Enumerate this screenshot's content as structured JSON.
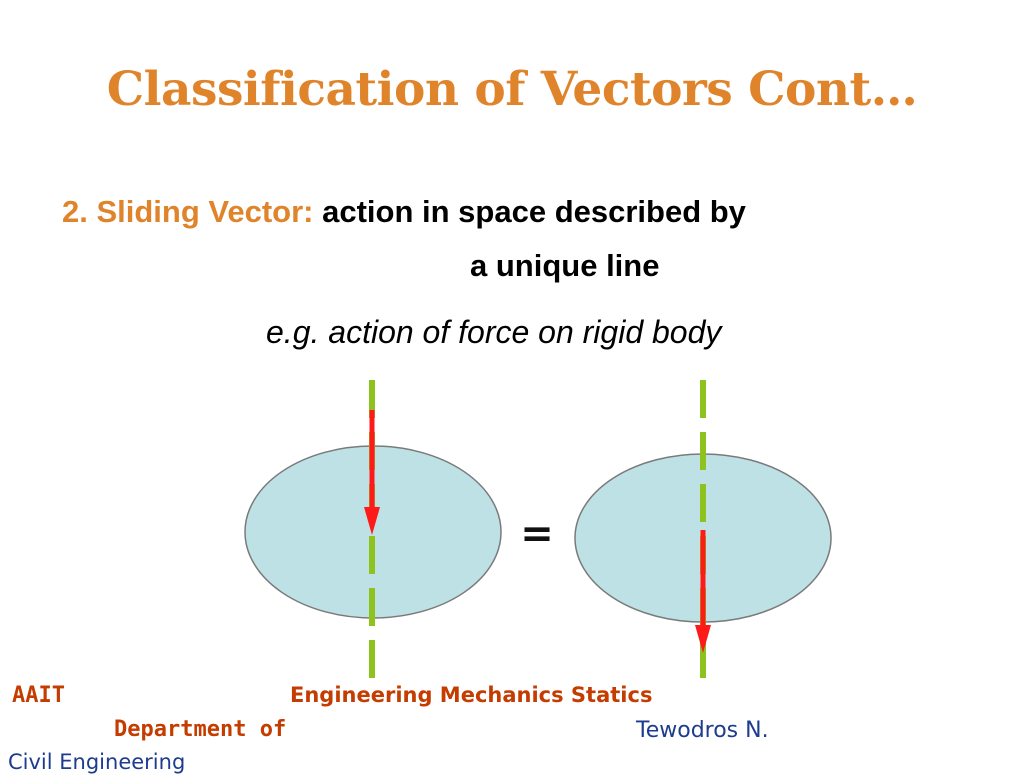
{
  "slide": {
    "title": "Classification of Vectors Cont…",
    "point_lead": "2. Sliding Vector:",
    "point_text_1": " action in space described by",
    "point_text_2": "a unique line",
    "example": "e.g. action of force on rigid body",
    "equals_sign": "="
  },
  "footer": {
    "org": "AAIT",
    "course": "Engineering Mechanics Statics",
    "department": "Department  of",
    "author": "Tewodros N.",
    "department_name": "Civil Engineering"
  },
  "colors": {
    "accent": "#e0842b",
    "line_of_action": "#8dc21f",
    "force_arrow": "#ff1a1a",
    "body_fill": "#bde1e5",
    "footer_accent": "#c43c00",
    "footer_author": "#1d3c8f"
  }
}
